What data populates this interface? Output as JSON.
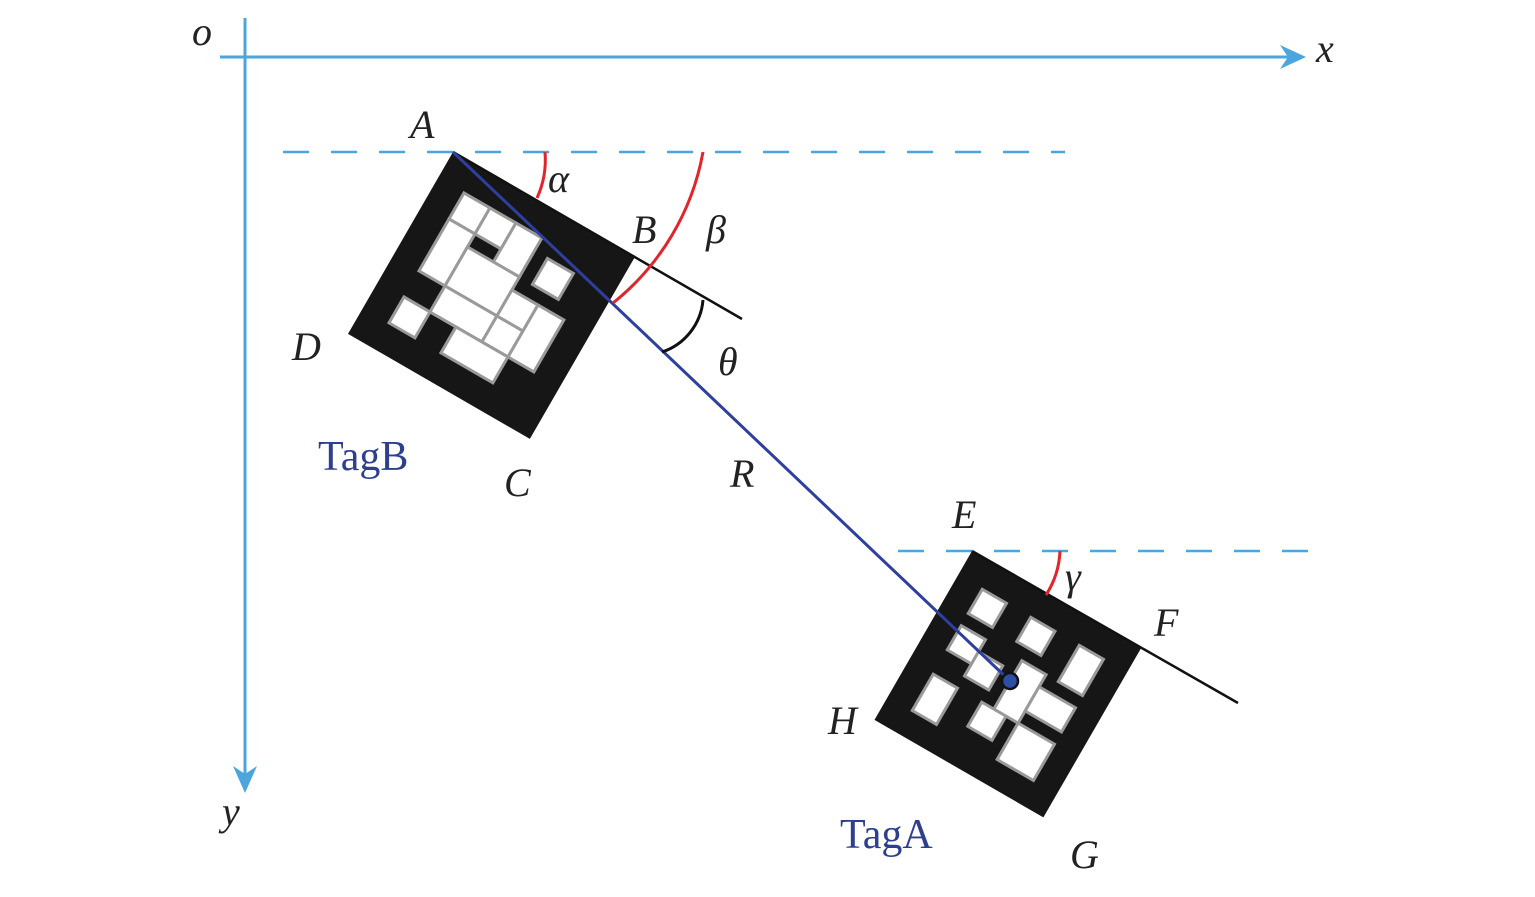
{
  "axes": {
    "origin_label": "o",
    "x_label": "x",
    "y_label": "y"
  },
  "points": {
    "A": "A",
    "B": "B",
    "C": "C",
    "D": "D",
    "E": "E",
    "F": "F",
    "G": "G",
    "H": "H"
  },
  "angles": {
    "alpha": "α",
    "beta": "β",
    "theta": "θ",
    "gamma": "γ"
  },
  "distance_label": "R",
  "tags": {
    "tag_b": "TagB",
    "tag_a": "TagA"
  },
  "colors": {
    "axis": "#4aa6dd",
    "dashed": "#4aa6dd",
    "connector": "#2e3f9e",
    "angle_arc": "#e0252b",
    "tag_text": "#2e3f8f",
    "marker": "#1a1a1a"
  }
}
